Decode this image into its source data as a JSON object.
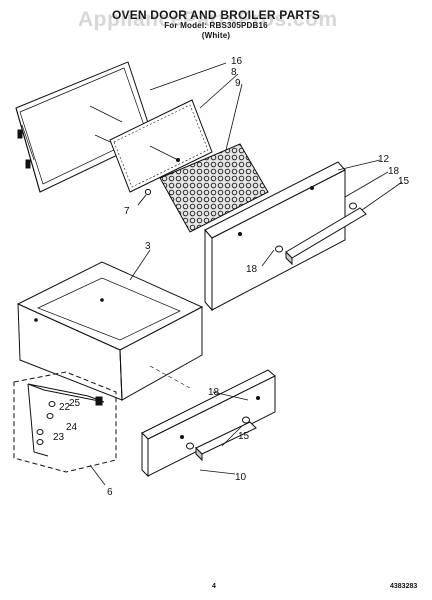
{
  "header": {
    "title": "OVEN DOOR AND BROILER PARTS",
    "model_line": "For Model: RBS305PDB16",
    "color_line": "(White)",
    "watermark": "AppliancePartsPros.com"
  },
  "footer": {
    "page_number": "4",
    "doc_code": "4383283"
  },
  "callouts": [
    "16",
    "8",
    "9",
    "12",
    "18",
    "15",
    "7",
    "18",
    "3",
    "18",
    "25",
    "22",
    "24",
    "23",
    "15",
    "10",
    "6"
  ]
}
